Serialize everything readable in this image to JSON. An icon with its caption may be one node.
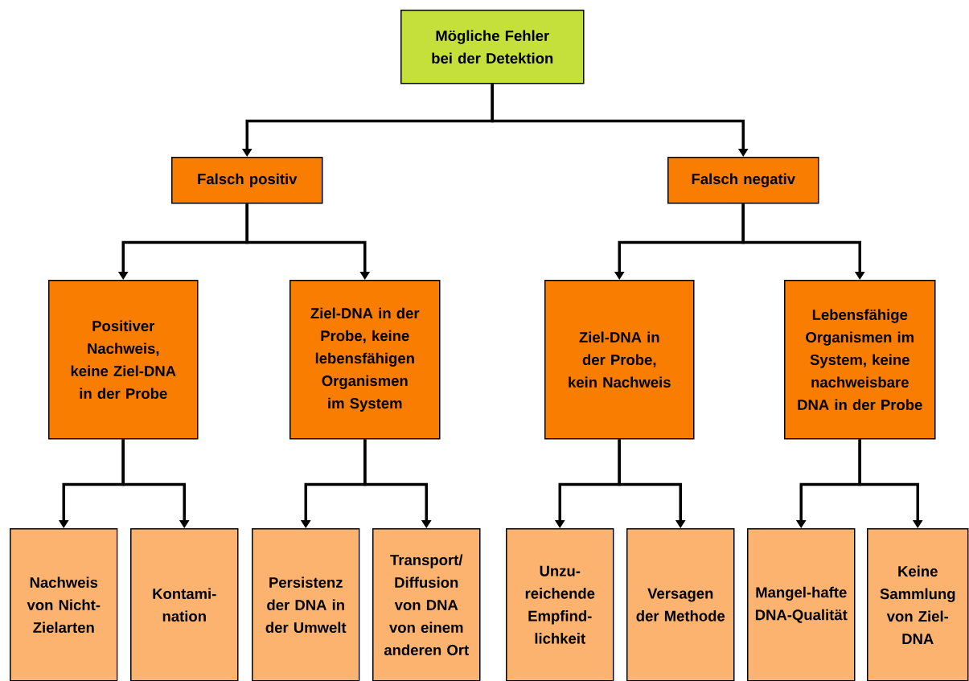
{
  "diagram": {
    "nodes": [
      {
        "text": [
          "Mögliche Fehler bei der Detektion"
        ]
      },
      {
        "text": [
          "Falsch positiv"
        ]
      },
      {
        "text": [
          "Falsch negativ"
        ]
      },
      {
        "text": [
          "Positiver Nachweis, keine Ziel-DNA in der Probe"
        ]
      },
      {
        "text": [
          "Ziel-DNA in der Probe, keine lebensfähigen Organismen im System"
        ]
      },
      {
        "text": [
          "Ziel-DNA in der Probe, kein Nachweis"
        ]
      },
      {
        "text": [
          "Lebensfähige Organismen im System, keine nachweisbare DNA in der Probe"
        ]
      },
      {
        "text": [
          "Nachweis von Nicht-Zielarten"
        ]
      },
      {
        "text": [
          "Kontami-nation"
        ]
      },
      {
        "text": [
          "Persistenz der DNA in der Umwelt"
        ]
      },
      {
        "text": [
          "Transport/ Diffusion von DNA von einem anderen Ort"
        ]
      },
      {
        "text": [
          "Unzu-reichende Empfind-lichkeit"
        ]
      },
      {
        "text": [
          "Versagen der Methode"
        ]
      },
      {
        "text": [
          "Mangel-hafte DNA-Qualität"
        ]
      },
      {
        "text": [
          "Keine Sammlung von Ziel-DNA"
        ]
      }
    ],
    "edges": [
      {
        "from": 0,
        "to": 1,
        "arrow": "to"
      },
      {
        "from": 0,
        "to": 2,
        "arrow": "to"
      },
      {
        "from": 1,
        "to": 3,
        "arrow": "to"
      },
      {
        "from": 1,
        "to": 4,
        "arrow": "to"
      },
      {
        "from": 2,
        "to": 5,
        "arrow": "to"
      },
      {
        "from": 2,
        "to": 6,
        "arrow": "to"
      },
      {
        "from": 3,
        "to": 7,
        "arrow": "to"
      },
      {
        "from": 3,
        "to": 8,
        "arrow": "to"
      },
      {
        "from": 4,
        "to": 9,
        "arrow": "to"
      },
      {
        "from": 4,
        "to": 10,
        "arrow": "to"
      },
      {
        "from": 5,
        "to": 11,
        "arrow": "to"
      },
      {
        "from": 5,
        "to": 12,
        "arrow": "to"
      },
      {
        "from": 6,
        "to": 13,
        "arrow": "to"
      },
      {
        "from": 6,
        "to": 14,
        "arrow": "to"
      }
    ]
  }
}
